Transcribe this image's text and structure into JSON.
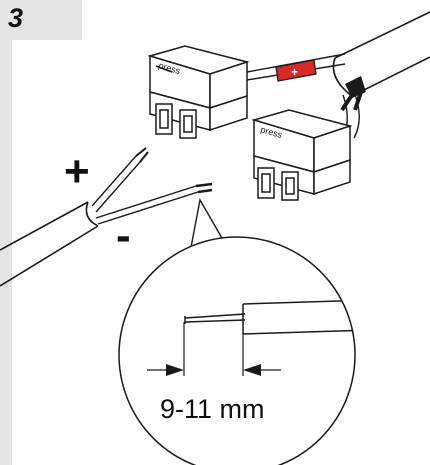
{
  "step": {
    "number": "3"
  },
  "wires": {
    "plus_label": "+",
    "minus_label": "-"
  },
  "connectors": {
    "press_label": "press",
    "fuse_symbol": "+"
  },
  "detail": {
    "strip_length": "9-11 mm"
  },
  "colors": {
    "sidebar": "#e4e4e4",
    "fuse": "#d42a2a",
    "line": "#1a1a1a",
    "background": "#ffffff"
  },
  "icons": {
    "fuse": "red-inline-fuse-icon",
    "terminal": "fork-terminal-icon"
  }
}
